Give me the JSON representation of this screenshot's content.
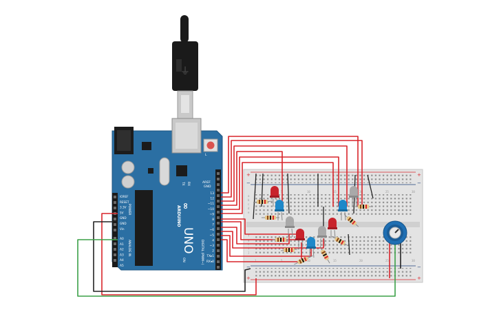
{
  "board": {
    "brand_logo": "∞",
    "model": "UNO",
    "name_vertical": "ARDUINO",
    "pin_aref": "AREF",
    "pin_gnd_top": "GND",
    "digital_pins": [
      "13",
      "12",
      "~11",
      "~10",
      "~9",
      "8",
      "7",
      "~6",
      "~5",
      "4",
      "~3",
      "2",
      "TX▸1",
      "RX◂0"
    ],
    "digital_header": "DIGITAL (PWM~)",
    "power_pins": [
      "IOREF",
      "RESET",
      "3.3V",
      "5V",
      "GND",
      "GND",
      "Vin"
    ],
    "analog_pins": [
      "A0",
      "A1",
      "A2",
      "A3",
      "A4",
      "A5"
    ],
    "power_label": "POWER",
    "analog_label": "ANALOG IN",
    "tx_label": "TX",
    "rx_label": "RX",
    "on_label": "ON",
    "l_label": "L"
  },
  "breadboard": {
    "rail_signs": [
      "+",
      "−"
    ],
    "row_letters_top": [
      "a",
      "b",
      "c",
      "d",
      "e"
    ],
    "row_letters_bottom": [
      "f",
      "g",
      "h",
      "i",
      "j"
    ],
    "column_numbers": [
      "1",
      "5",
      "10",
      "15",
      "20",
      "25",
      "30"
    ]
  },
  "colors": {
    "board": "#2b6fa3",
    "wire_red": "#d8242a",
    "wire_black": "#222222",
    "wire_green": "#3aa047",
    "led_red": "#c8232c",
    "led_blue": "#1e88c9",
    "led_white": "#a9a9a9",
    "pot_body": "#1f6fb3"
  }
}
